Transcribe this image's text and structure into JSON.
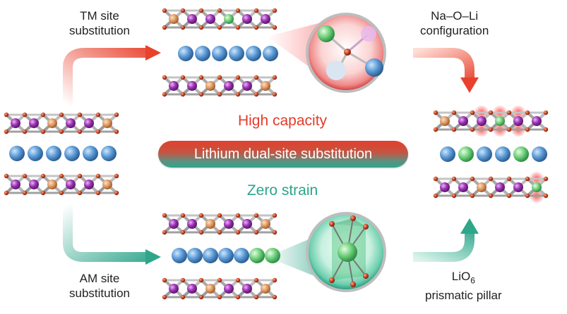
{
  "labels": {
    "tm_line1": "TM site",
    "tm_line2": "substitution",
    "am_line1": "AM site",
    "am_line2": "substitution",
    "naoli_line1": "Na–O–Li",
    "naoli_line2": "configuration",
    "lio6_main": "LiO",
    "lio6_sub": "6",
    "lio6_line2": "prismatic pillar",
    "high_capacity": "High capacity",
    "zero_strain": "Zero strain",
    "banner": "Lithium dual-site substitution"
  },
  "colors": {
    "red_accent": "#e23b2a",
    "green_accent": "#2aa58a",
    "na_atom": "#5b9ad6",
    "li_atom": "#6fd07a",
    "tm_purple": "#9b2fb4",
    "tm_orange": "#e09a64",
    "oxygen": "#c9401f"
  }
}
